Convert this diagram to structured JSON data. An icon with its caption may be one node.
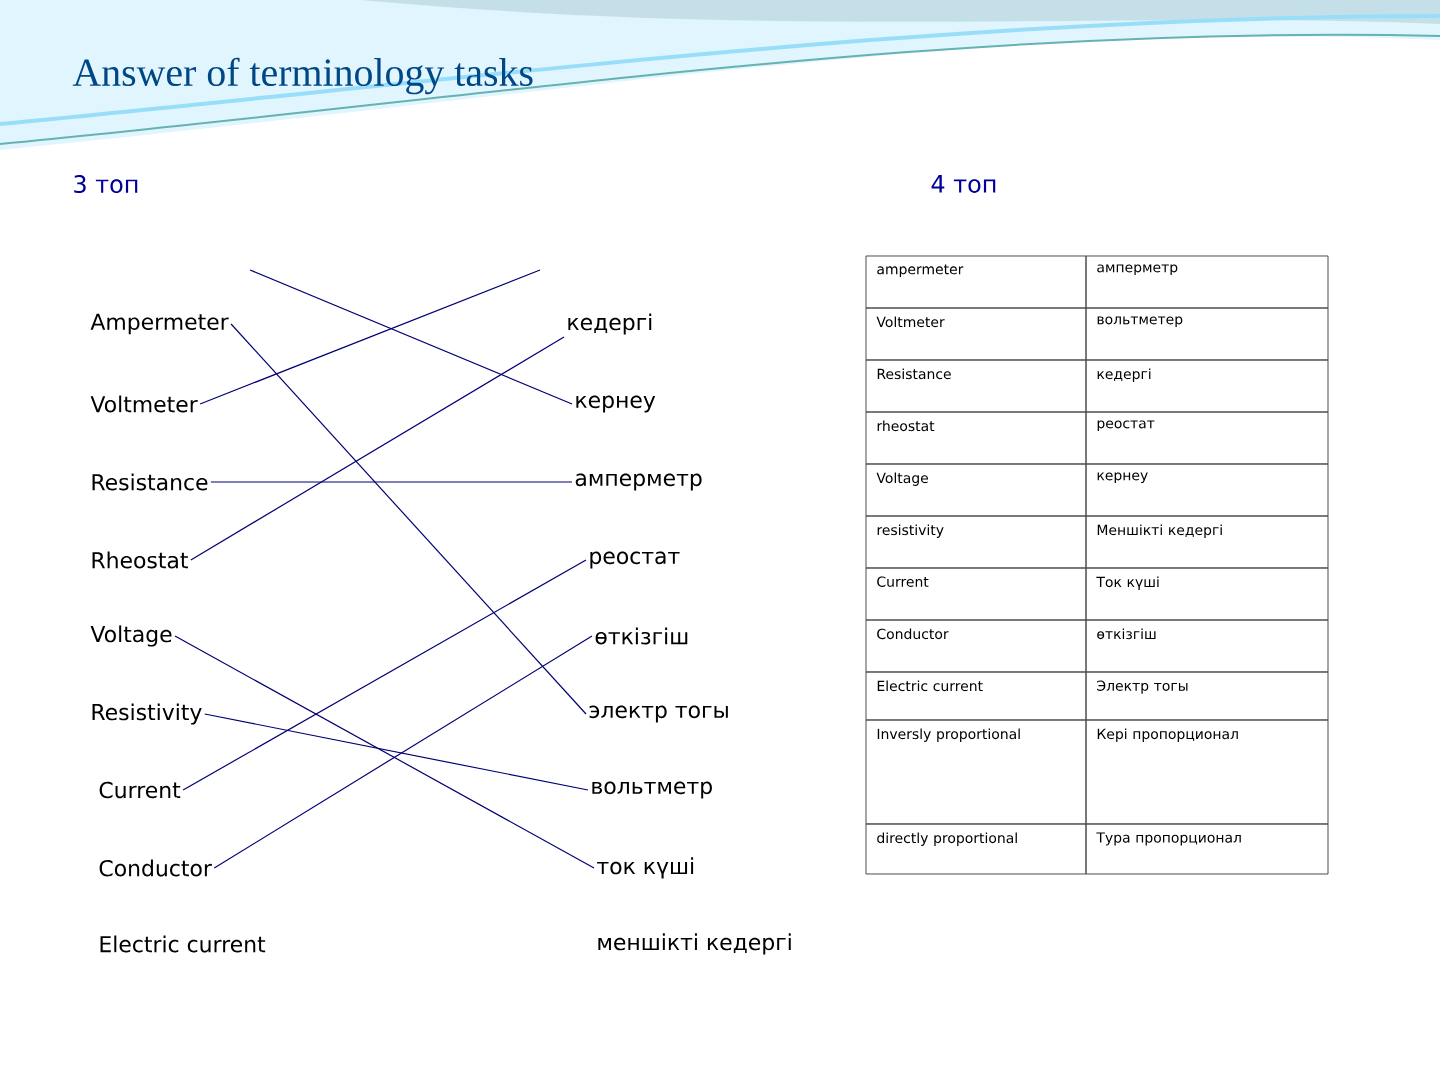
{
  "diagram": {
    "title": "Answer of terminology tasks",
    "nodes": [
      {
        "text": [
          "Ampermeter"
        ]
      },
      {
        "text": [
          "Voltmeter"
        ]
      },
      {
        "text": [
          "Resistance"
        ]
      },
      {
        "text": [
          "Rheostat"
        ]
      },
      {
        "text": [
          "Voltage"
        ]
      },
      {
        "text": [
          "Resistivity"
        ]
      },
      {
        "text": [
          "Current"
        ]
      },
      {
        "text": [
          "Conductor"
        ]
      },
      {
        "text": [
          "Electric current"
        ]
      },
      {
        "text": [
          "кедергі"
        ]
      },
      {
        "text": [
          "кернеу"
        ]
      },
      {
        "text": [
          "амперметр"
        ]
      },
      {
        "text": [
          "реостат"
        ]
      },
      {
        "text": [
          "өткізгіш"
        ]
      },
      {
        "text": [
          "электр тогы"
        ]
      },
      {
        "text": [
          "вольтметр"
        ]
      },
      {
        "text": [
          "ток күші"
        ]
      },
      {
        "text": [
          "меншікті кедергі"
        ]
      }
    ],
    "edges": [
      {
        "from": null,
        "to": 10,
        "arrow": "none"
      },
      {
        "from": 1,
        "to": null,
        "arrow": "none"
      },
      {
        "from": 0,
        "to": 14,
        "arrow": "none"
      },
      {
        "from": 2,
        "to": 11,
        "arrow": "none"
      },
      {
        "from": 3,
        "to": 9,
        "arrow": "none"
      },
      {
        "from": 4,
        "to": 16,
        "arrow": "none"
      },
      {
        "from": 5,
        "to": 15,
        "arrow": "none"
      },
      {
        "from": 6,
        "to": 12,
        "arrow": "none"
      },
      {
        "from": 7,
        "to": 13,
        "arrow": "none"
      }
    ],
    "labels": [
      "3 топ",
      "4 топ",
      "ampermeter",
      "амперметр",
      "Voltmeter",
      "вольтметер",
      "Resistance",
      "кедергі",
      "rheostat",
      "реостат",
      "Voltage",
      "кернеу",
      "resistivity",
      "Меншікті кедергі",
      "Current",
      "Ток күші",
      "Conductor",
      "өткізгіш",
      "Electric current",
      "Электр тогы",
      "Inversly proportional",
      "Кері пропорционал",
      "directly proportional",
      "Тура пропорционал"
    ]
  }
}
